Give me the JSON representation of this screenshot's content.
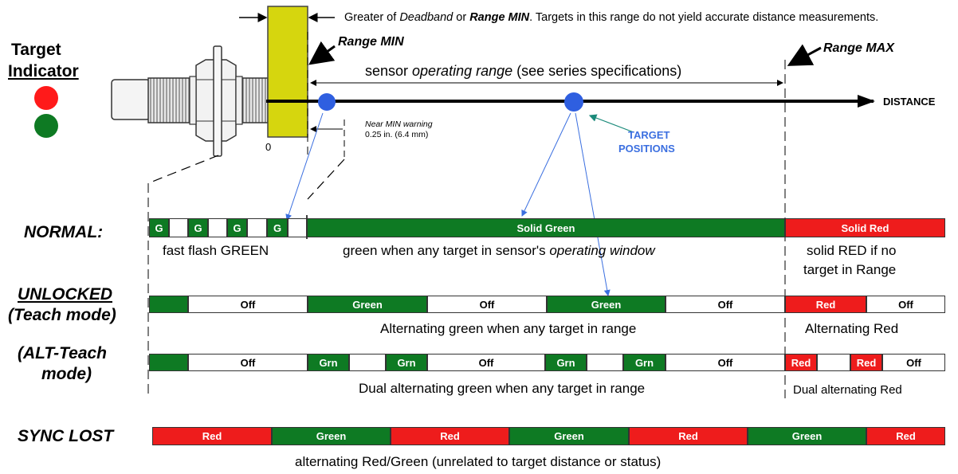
{
  "header": {
    "deadband_note_prefix": "Greater of ",
    "deadband_note_deadband": "Deadband",
    "deadband_note_or": " or ",
    "deadband_note_rangemin": "Range MIN",
    "deadband_note_suffix": ". Targets in this range do not yield accurate distance measurements."
  },
  "indicator": {
    "title_line1": "Target",
    "title_line2": "Indicator",
    "colors": [
      "#ff1a1a",
      "#0e7a23"
    ]
  },
  "sensor_diagram": {
    "range_min_label": "Range MIN",
    "range_max_label": "Range MAX",
    "operating_range_pre": "sensor ",
    "operating_range_ital": "operating range",
    "operating_range_post": " (see series specifications)",
    "distance_label": "DISTANCE",
    "zero_label": "0",
    "near_min_line1": "Near MIN warning",
    "near_min_line2": "0.25 in. (6.4 mm)",
    "target_positions_line1": "TARGET",
    "target_positions_line2": "POSITIONS"
  },
  "rows": {
    "normal": {
      "label": "NORMAL:",
      "flash_letter": "G",
      "solid_green": "Solid Green",
      "solid_red": "Solid Red",
      "caption_flash": "fast flash GREEN",
      "caption_green_pre": "green when any target in sensor's ",
      "caption_green_ital": "operating window",
      "caption_red_line1": "solid RED if no",
      "caption_red_line2": "target in Range"
    },
    "unlocked": {
      "label_line1": "UNLOCKED",
      "label_line2": "(Teach mode)",
      "off": "Off",
      "green": "Green",
      "red": "Red",
      "caption_green": "Alternating green when any target in range",
      "caption_red": "Alternating Red"
    },
    "alt_teach": {
      "label_line1": "(ALT-Teach",
      "label_line2": "mode)",
      "off": "Off",
      "grn": "Grn",
      "red": "Red",
      "caption_green": "Dual alternating green when any target in range",
      "caption_red": "Dual alternating Red"
    },
    "sync_lost": {
      "label": "SYNC LOST",
      "segments": [
        "Red",
        "Green",
        "Red",
        "Green",
        "Red",
        "Green",
        "Red"
      ],
      "caption": "alternating Red/Green (unrelated to target distance or status)"
    }
  }
}
